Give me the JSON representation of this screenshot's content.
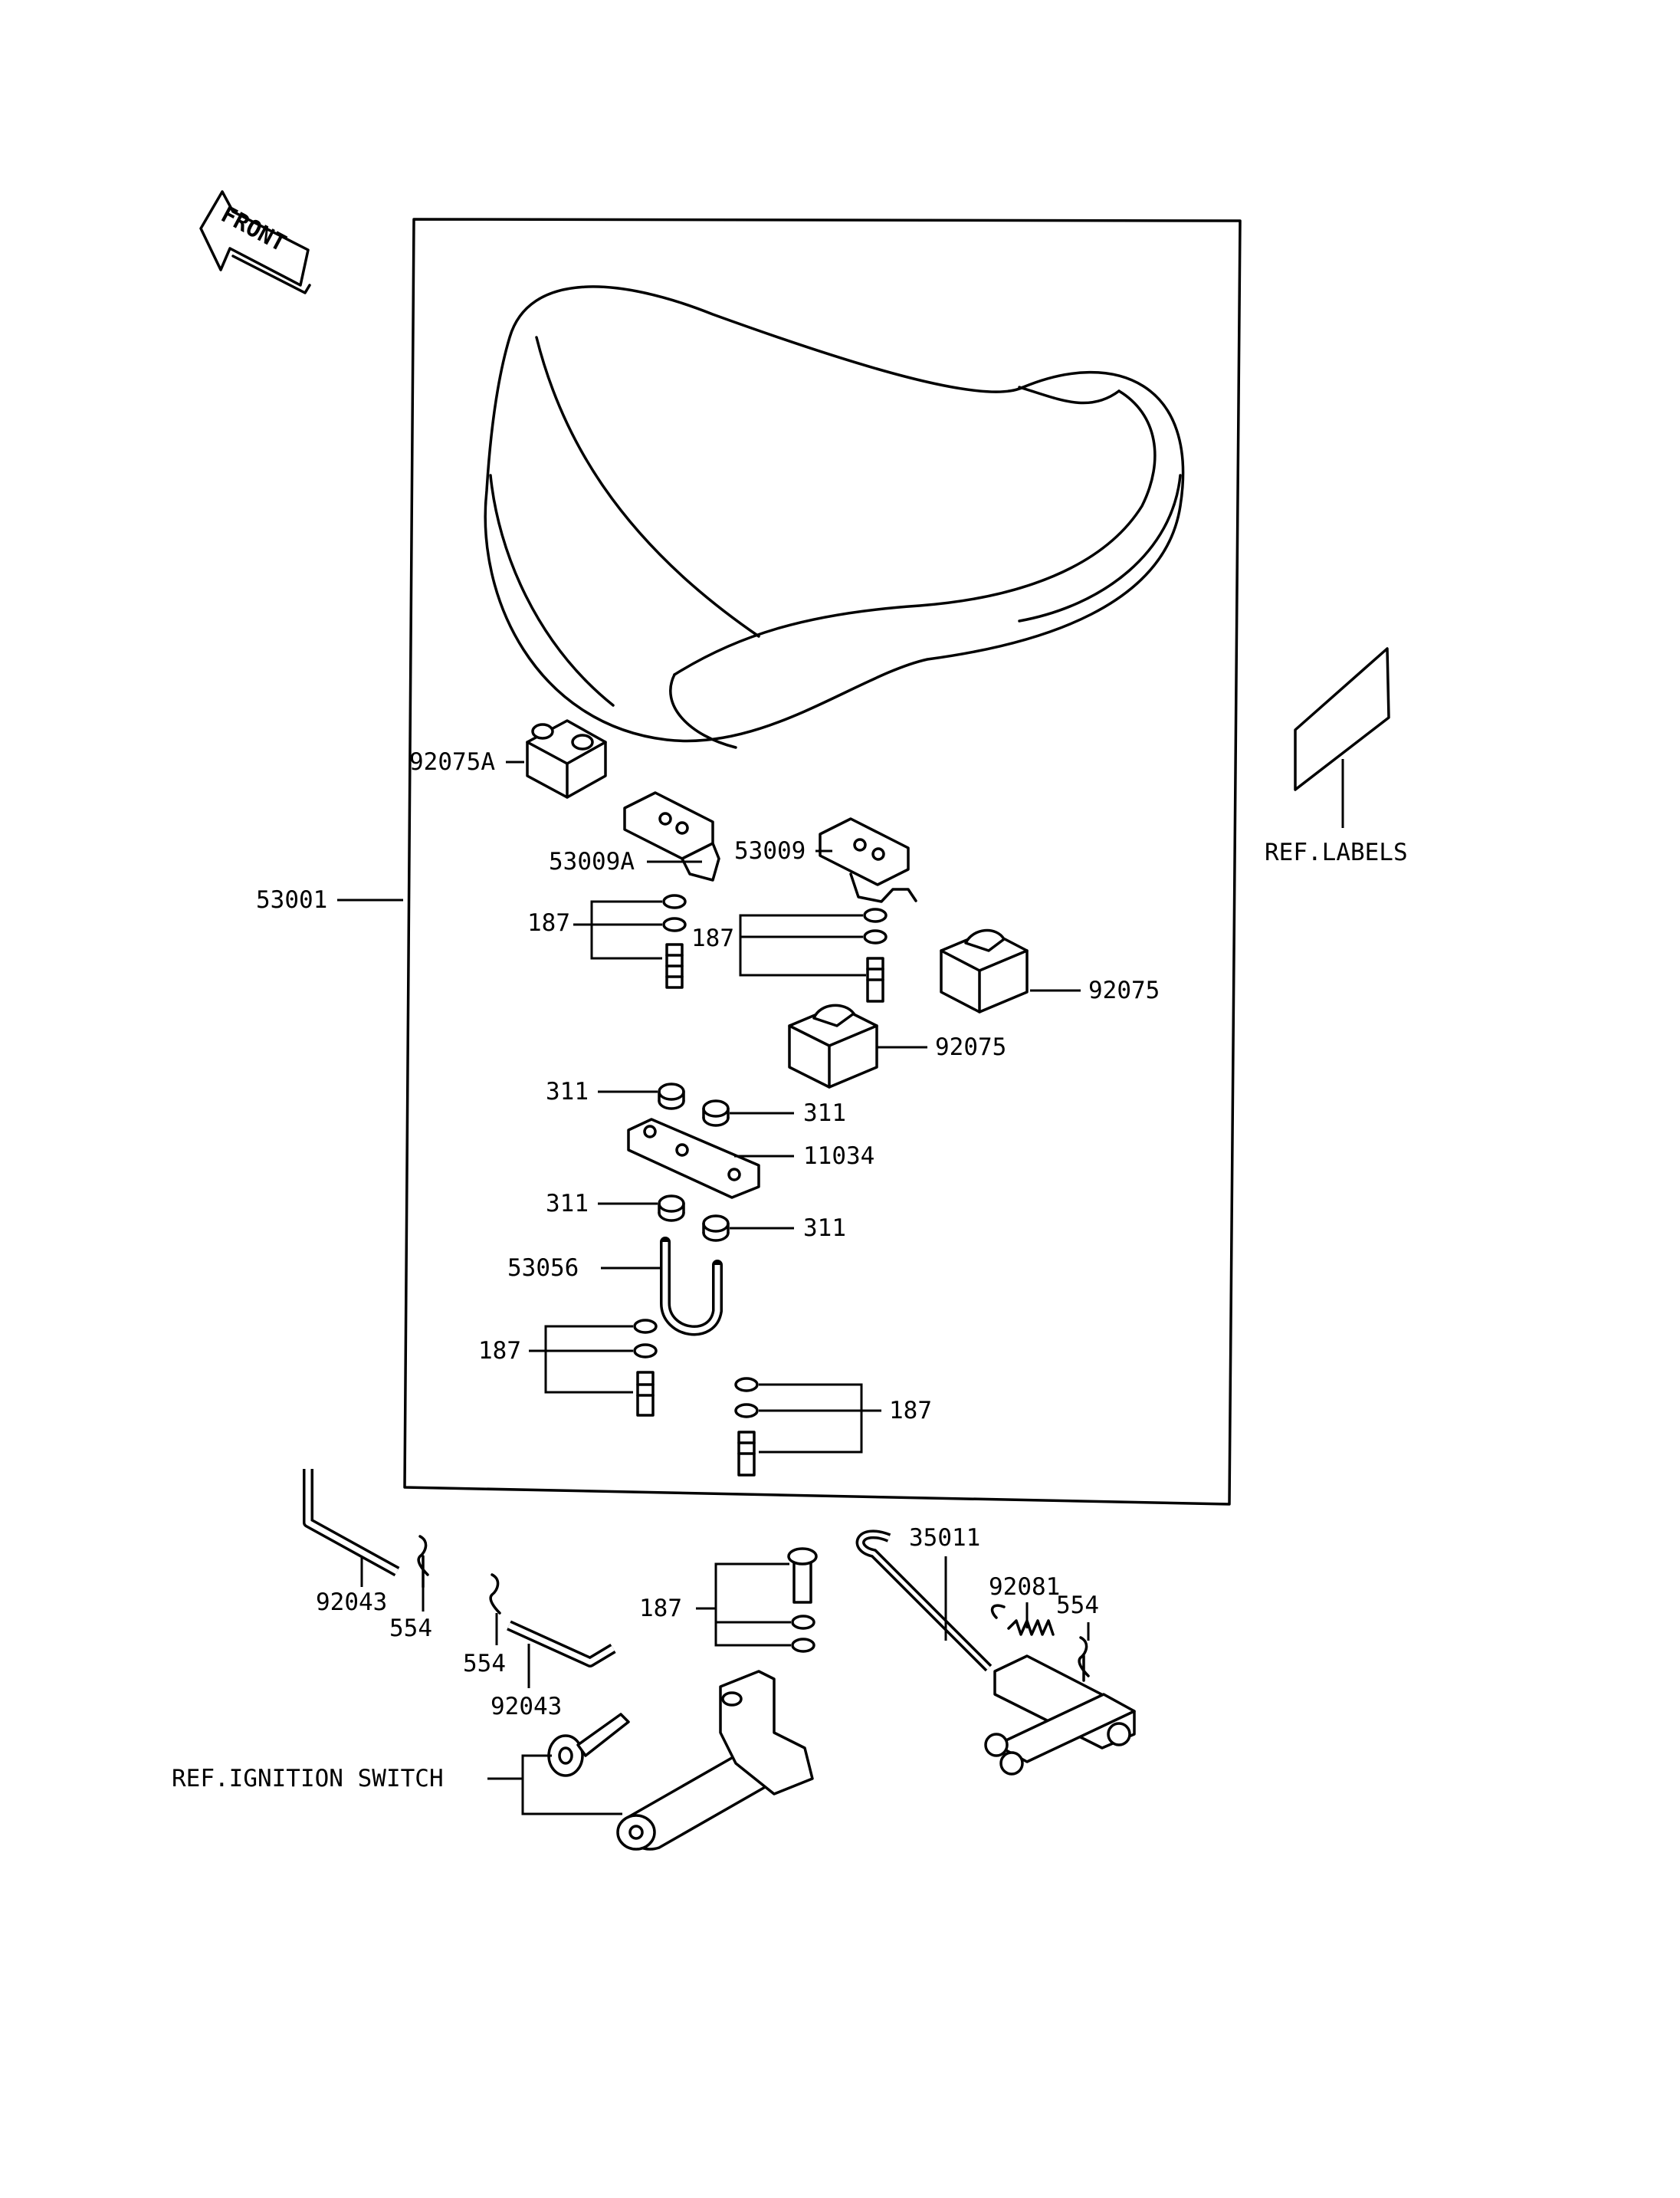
{
  "diagram": {
    "front_arrow": "FRONT",
    "labels": {
      "seat": "53001",
      "seat_cover_left": "92075A",
      "bracket_left": "53009A",
      "bracket_right": "53009",
      "bolt_187": "187",
      "nut_311": "311",
      "plate": "11034",
      "u_bolt": "53056",
      "cover_92075": "92075",
      "pin": "92043",
      "clip": "554",
      "hook_rod": "35011",
      "spring": "92081",
      "ref_labels": "REF.LABELS",
      "ref_ignition": "REF.IGNITION SWITCH"
    }
  }
}
